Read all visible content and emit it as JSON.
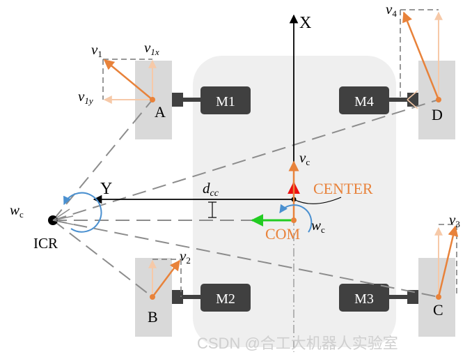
{
  "colors": {
    "velocity": "#e8823a",
    "velocity_light": "#f6c9a8",
    "dash": "#8c8c8c",
    "wheel": "#d9d9d9",
    "chassis": "#efefef",
    "motor": "#404040",
    "omega": "#4a90d0",
    "green": "#22cc22",
    "red": "#ee1111",
    "watermark": "#cccccc"
  },
  "axes": {
    "x_label": "X",
    "y_label": "Y"
  },
  "wheels": {
    "a": "A",
    "b": "B",
    "c": "C",
    "d": "D"
  },
  "motors": {
    "m1": "M1",
    "m2": "M2",
    "m3": "M3",
    "m4": "M4"
  },
  "labels": {
    "v1": "v",
    "v1_sub": "1",
    "v1x": "v",
    "v1x_sub": "1x",
    "v1y": "v",
    "v1y_sub": "1y",
    "v2": "v",
    "v2_sub": "2",
    "v3": "v",
    "v3_sub": "3",
    "v4": "v",
    "v4_sub": "4",
    "vc": "v",
    "vc_sub": "c",
    "wc_left": "w",
    "wc_left_sub": "c",
    "wc_right": "w",
    "wc_right_sub": "c",
    "dcc": "d",
    "dcc_sub": "cc",
    "icr": "ICR",
    "center": "CENTER",
    "com": "COM"
  },
  "watermark": "CSDN @合工大机器人实验室"
}
